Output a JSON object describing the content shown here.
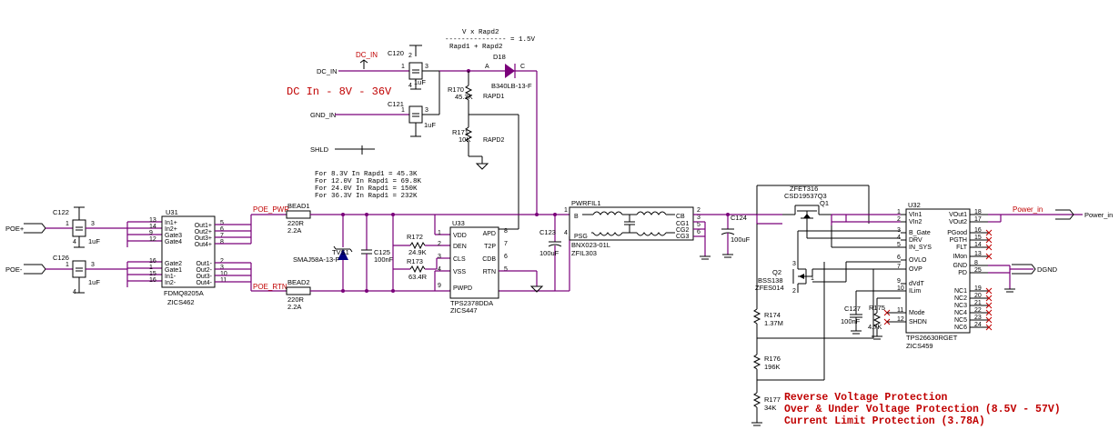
{
  "formula": {
    "numerator": "V x Rapd2",
    "divider": "--------------- = 1.5V",
    "denominator": "Rapd1 + Rapd2"
  },
  "dc_in_title": "DC In - 8V - 36V",
  "ports": {
    "dc_in": "DC_IN",
    "gnd_in": "GND_IN",
    "shld": "SHLD",
    "poe_plus": "POE+",
    "poe_minus": "POE-",
    "dgnd": "DGND",
    "power_in": "Power_in"
  },
  "nets": {
    "dc_in": "DC_IN",
    "poe_pwr": "POE_PWR",
    "poe_rtn": "POE_RTN",
    "power_in": "Power_in"
  },
  "rapd_table": [
    "For 8.3V In Rapd1 = 45.3K",
    "For 12.0V In Rapd1 = 69.8K",
    "For 24.0V In Rapd1 = 150K",
    "For 36.3V In Rapd1 = 232K"
  ],
  "caps": {
    "c120": {
      "ref": "C120",
      "val": "1uF"
    },
    "c121": {
      "ref": "C121",
      "val": "1uF"
    },
    "c122": {
      "ref": "C122",
      "val": "1uF"
    },
    "c126": {
      "ref": "C126",
      "val": "1uF"
    },
    "c125": {
      "ref": "C125",
      "val": "100nF"
    },
    "c123": {
      "ref": "C123",
      "val": "100uF"
    },
    "c124": {
      "ref": "C124",
      "val": "100uF"
    },
    "c127": {
      "ref": "C127",
      "val": "100nF"
    }
  },
  "res": {
    "r170": {
      "ref": "R170",
      "val": "45.3K",
      "tag": "RAPD1"
    },
    "r171": {
      "ref": "R171",
      "val": "10K",
      "tag": "RAPD2"
    },
    "r172": {
      "ref": "R172",
      "val": "24.9K"
    },
    "r173": {
      "ref": "R173",
      "val": "63.4R"
    },
    "r174": {
      "ref": "R174",
      "val": "1.37M"
    },
    "r175": {
      "ref": "R175",
      "val": "4.7K"
    },
    "r176": {
      "ref": "R176",
      "val": "196K"
    },
    "r177": {
      "ref": "R177",
      "val": "34K"
    }
  },
  "d18": {
    "ref": "D18",
    "part": "B340LB-13-F",
    "a": "A",
    "c": "C"
  },
  "tvs1": {
    "ref": "TVS1",
    "part": "SMAJ58A-13-F"
  },
  "bead1": {
    "ref": "BEAD1",
    "val": "2.2A",
    "r": "220R"
  },
  "bead2": {
    "ref": "BEAD2",
    "val": "2.2A",
    "r": "220R"
  },
  "u31": {
    "ref": "U31",
    "part": "FDMQ8205A",
    "zics": "ZICS462",
    "left": [
      [
        "13",
        "In1+"
      ],
      [
        "14",
        "In2+"
      ],
      [
        "9",
        "Gate3"
      ],
      [
        "12",
        "Gate4"
      ],
      [
        "16",
        "Gate2"
      ],
      [
        "1",
        "Gate1"
      ],
      [
        "15",
        "In1-"
      ],
      [
        "16",
        "In2-"
      ]
    ],
    "right": [
      [
        "5",
        "Out1+"
      ],
      [
        "6",
        "Out2+"
      ],
      [
        "7",
        "Out3+"
      ],
      [
        "8",
        "Out4+"
      ],
      [
        "2",
        "Out1-"
      ],
      [
        "3",
        "Out2-"
      ],
      [
        "10",
        "Out3-"
      ],
      [
        "11",
        "Out4-"
      ]
    ]
  },
  "u33": {
    "ref": "U33",
    "part": "TPS2378DDA",
    "zics": "ZICS447",
    "left": [
      [
        "1",
        "VDD"
      ],
      [
        "2",
        "DEN"
      ],
      [
        "3",
        "CLS"
      ],
      [
        "4",
        "VSS"
      ],
      [
        "9",
        "PWPD"
      ]
    ],
    "right": [
      [
        "8",
        "APD"
      ],
      [
        "7",
        "T2P"
      ],
      [
        "6",
        "CDB"
      ],
      [
        "5",
        "RTN"
      ]
    ]
  },
  "pwrfil1": {
    "ref": "PWRFIL1",
    "part": "BNX023-01L",
    "zics": "ZFIL303",
    "b": "B",
    "psg": "PSG",
    "cb": "CB",
    "cg1": "CG1",
    "cg2": "CG2",
    "cg3": "CG3",
    "p1": "1",
    "p2": "2",
    "p3": "3",
    "p4": "4",
    "p5": "5",
    "p6": "6"
  },
  "q1": {
    "ref": "Q1",
    "part": "CSD19537Q3",
    "zics": "ZFET316"
  },
  "q2": {
    "ref": "Q2",
    "part": "BSS138",
    "zics": "ZFES014"
  },
  "u32": {
    "ref": "U32",
    "part": "TPS26630RGET",
    "zics": "ZICS459",
    "left": [
      [
        "1",
        "VIn1"
      ],
      [
        "2",
        "VIn2"
      ],
      [
        "3",
        "B_Gate"
      ],
      [
        "4",
        "DRV"
      ],
      [
        "5",
        "IN_SYS"
      ],
      [
        "6",
        "OVLO"
      ],
      [
        "7",
        "OVP"
      ],
      [
        "9",
        "dVdT"
      ],
      [
        "10",
        "ILim"
      ],
      [
        "11",
        "Mode"
      ],
      [
        "12",
        "SHDN"
      ]
    ],
    "right": [
      [
        "18",
        "VOut1"
      ],
      [
        "17",
        "VOut2"
      ],
      [
        "16",
        "PGood"
      ],
      [
        "15",
        "PGTH"
      ],
      [
        "14",
        "FLT"
      ],
      [
        "13",
        "IMon"
      ],
      [
        "8",
        "GND"
      ],
      [
        "25",
        "PD"
      ],
      [
        "19",
        "NC1"
      ],
      [
        "20",
        "NC2"
      ],
      [
        "21",
        "NC3"
      ],
      [
        "22",
        "NC4"
      ],
      [
        "23",
        "NC5"
      ],
      [
        "24",
        "NC6"
      ]
    ]
  },
  "notes": [
    "Reverse Voltage Protection",
    "Over & Under Voltage Protection (8.5V - 57V)",
    "Current Limit Protection (3.78A)"
  ]
}
